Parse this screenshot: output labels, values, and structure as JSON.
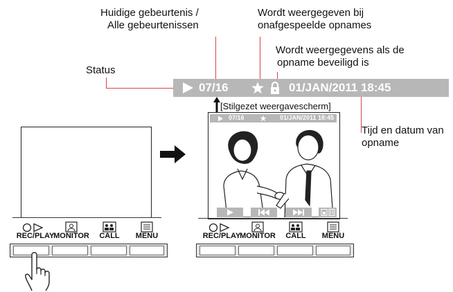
{
  "callouts": {
    "current_event_line1": "Huidige gebeurtenis /",
    "current_event_line2": "Alle gebeurtenissen",
    "unplayed_line1": "Wordt weergegeven bij",
    "unplayed_line2": "onafgespeelde opnames",
    "protected_line1": "Wordt weergegevens als de",
    "protected_line2": "opname beveiligd is",
    "status": "Status",
    "timestamp_line1": "Tijd en datum van",
    "timestamp_line2": "opname"
  },
  "status_bar": {
    "play_icon": "play-icon",
    "counter": "07/16",
    "star_icon": "star-icon",
    "lock_icon": "lock-icon",
    "datetime": "01/JAN/2011 18:45"
  },
  "still_label": "[Stilgezet weergavescherm]",
  "mini_status": {
    "counter": "07/16",
    "datetime": "01/JAN/2011 18:45"
  },
  "buttons": {
    "rec_play": "REC/PLAY",
    "monitor": "MONITOR",
    "call": "CALL",
    "menu": "MENU"
  },
  "colors": {
    "callout_line": "#d8414d",
    "status_bg": "#b7b7b7"
  }
}
